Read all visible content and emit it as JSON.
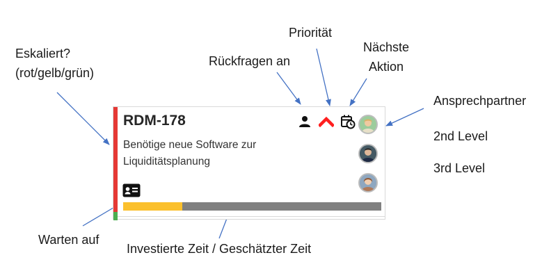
{
  "annotations": {
    "escalated_line1": "Eskaliert?",
    "escalated_line2": "(rot/gelb/grün)",
    "inquire": "Rückfragen an",
    "priority": "Priorität",
    "next_action_line1": "Nächste",
    "next_action_line2": "Aktion",
    "contact": "Ansprechpartner",
    "second_level": "2nd Level",
    "third_level": "3rd Level",
    "waiting": "Warten auf",
    "time": "Investierte Zeit / Geschätzter Zeit"
  },
  "ticket": {
    "id": "RDM-178",
    "description": "Benötige neue Software zur Liquiditätsplanung",
    "escalation_color": "#e53935",
    "priority_color": "#ff1f1f",
    "time_fill_color": "#fbc02d",
    "time_progress_fraction": 0.23
  },
  "icons": {
    "inquire": "person-icon",
    "priority": "chevron-up-icon",
    "next_action": "calendar-clock-icon",
    "waiting": "contact-card-icon"
  },
  "colors": {
    "arrow": "#4472c4"
  }
}
